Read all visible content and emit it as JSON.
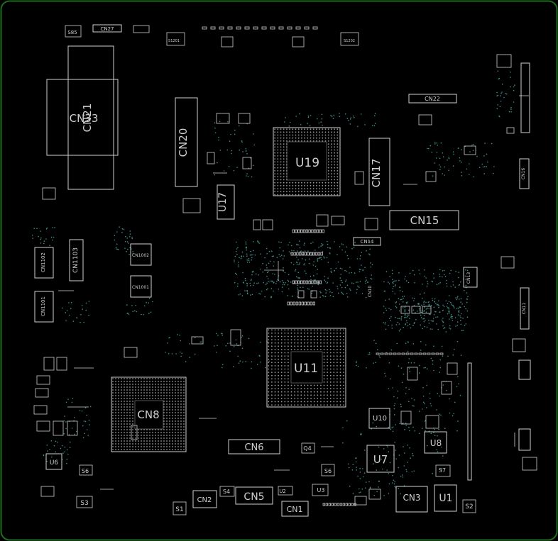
{
  "board": {
    "outline_color": "#1f6b1f",
    "silk_color": "#cfcfcf",
    "dot_color": "#3f8f8a",
    "bga_ball_color": "#9a9a9a"
  },
  "parts": {
    "CN33": "CN33",
    "CN21": "CN21",
    "CN20": "CN20",
    "U19": "U19",
    "U17": "U17",
    "CN17": "CN17",
    "CN15": "CN15",
    "CN22": "CN22",
    "CN14": "CN14",
    "U11": "U11",
    "CN8": "CN8",
    "CN6": "CN6",
    "CN5": "CN5",
    "CN2": "CN2",
    "CN1": "CN1",
    "CN3": "CN3",
    "U1": "U1",
    "U7": "U7",
    "U8": "U8",
    "U10": "U10",
    "U6": "U6",
    "U3": "U3",
    "U2": "U2",
    "Q4": "Q4",
    "S1": "S1",
    "S2": "S2",
    "S3": "S3",
    "S4": "S4",
    "S6": "S6",
    "S6b": "S6",
    "S7": "S7",
    "S85": "S85",
    "CN27": "CN27",
    "CN1101": "CN1101",
    "CN1102": "CN1102",
    "CN1103": "CN1103",
    "CN1001": "CN1001",
    "CN1002": "CN1002",
    "CN11": "CN11",
    "CN13": "CN13",
    "CN16": "CN16",
    "CN10": "CN10",
    "S1201": "S1201",
    "S1202": "S1202"
  }
}
